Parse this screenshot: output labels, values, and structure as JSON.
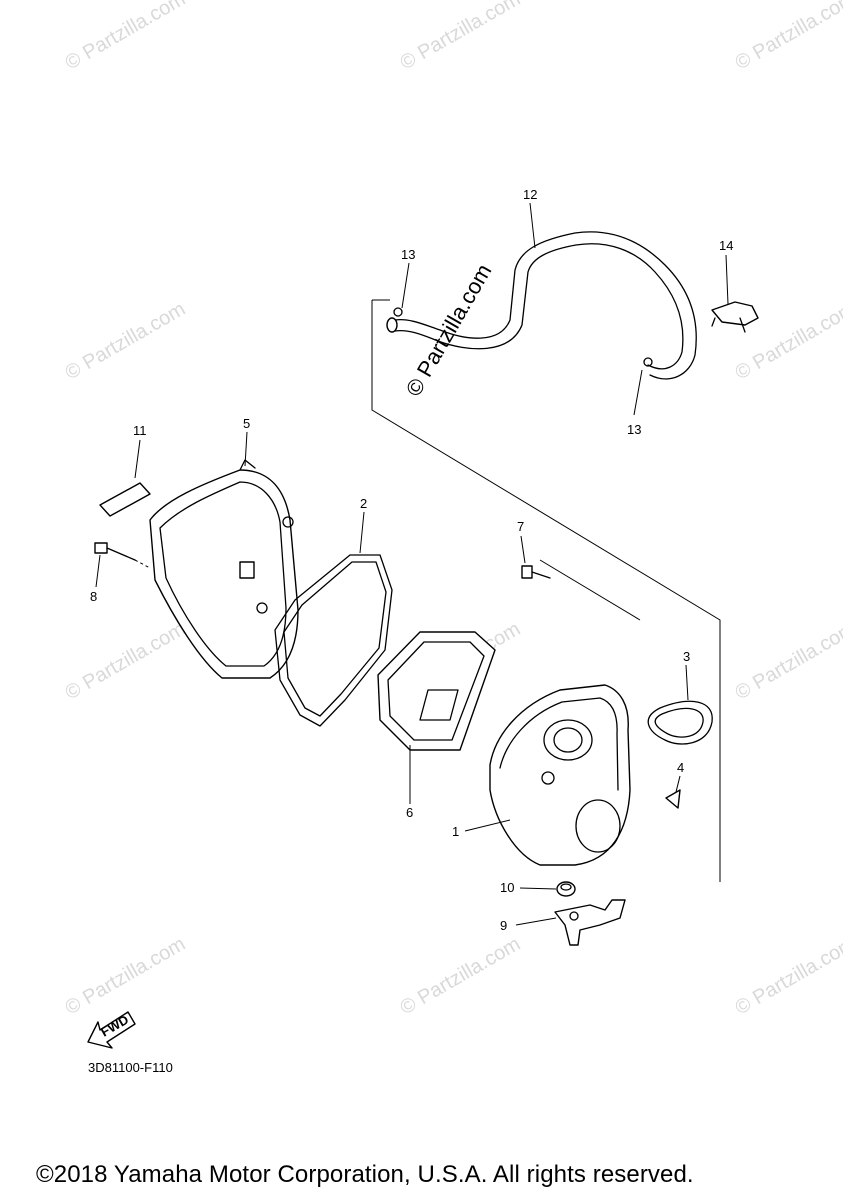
{
  "diagram": {
    "callouts": [
      "1",
      "2",
      "3",
      "4",
      "5",
      "6",
      "7",
      "8",
      "9",
      "10",
      "11",
      "12",
      "13",
      "13",
      "14"
    ],
    "watermark": "© Partzilla.com",
    "fwd_label": "FWD",
    "part_code": "3D81100-F110",
    "copyright": "©2018 Yamaha Motor Corporation, U.S.A. All rights reserved."
  }
}
